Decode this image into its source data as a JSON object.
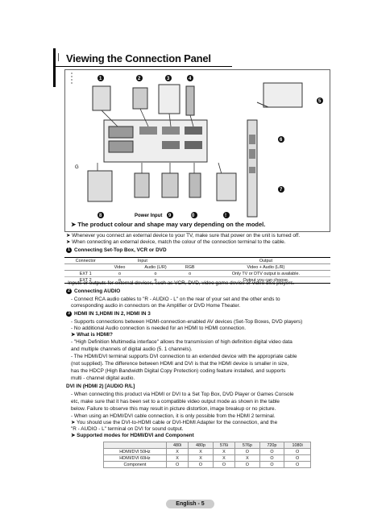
{
  "page": {
    "title": "Viewing the Connection Panel",
    "figure_caption": "➤  The product colour and shape may vary depending on the model.",
    "figure_labels": {
      "power_input": "Power Input",
      "g": "G",
      "markers": [
        "①",
        "②",
        "③",
        "④",
        "⑤",
        "⑥",
        "⑦",
        "⑧",
        "⑨",
        "⑩",
        "⑪"
      ]
    },
    "notes": [
      "➤  Whenever you connect an external device to your TV, make sure that power on the unit is turned off.",
      "➤  When connecting an external device, match the colour of the connection terminal to the cable."
    ],
    "section1": {
      "num": "1",
      "heading": "Connecting Set-Top Box, VCR or DVD",
      "table": {
        "col_connector": "Connector",
        "col_input": "Input",
        "col_output": "Output",
        "sub_video": "Video",
        "sub_audio": "Audio (L/R)",
        "sub_rgb": "RGB",
        "sub_output": "Video + Audio (L/R)",
        "rows": [
          {
            "name": "EXT 1",
            "video": "o",
            "audio": "o",
            "rgb": "o",
            "output": "Only TV or DTV output is available."
          },
          {
            "name": "EXT 2",
            "video": "o",
            "audio": "o",
            "rgb": "",
            "output": "Output you can choose."
          }
        ]
      },
      "footnote": "-Inputs or outputs for external devices, such as VCR, DVD, video game device or video disc players."
    },
    "section2": {
      "num": "2",
      "heading": "Connecting AUDIO",
      "lines": [
        "- Connect RCA audio cables to \"R - AUDIO - L\" on the rear of your set and the other ends to",
        "  corresponding audio in connectors on the Amplifier or DVD Home Theater."
      ]
    },
    "section3": {
      "num": "3",
      "heading": "HDMI IN 1,HDMI IN 2, HDMI IN 3",
      "lines": [
        "- Supports connections between HDMI-connection-enabled AV devices (Set-Top Boxes, DVD players)",
        "- No additional Audio connection is needed for an HDMI to HDMI connection.",
        "➤  What is HDMI?",
        "   - \"High Definition Multimedia interface\" allows the transmission of high definition digital video data",
        "     and multiple channels of digital audio (5. 1 channels).",
        "   - The HDMI/DVI terminal supports DVI connection to an extended device with the appropriate cable",
        "     (not supplied). The difference between HDMI and DVI is that the HDMI device is smaller in size,",
        "     has the HDCP (High Bandwidth Digital Copy Protection) coding feature installed, and supports",
        "     multi - channel digital audio.",
        "DVI IN (HDMI 2) [AUDIO R/L]",
        "- When connecting this product via HDMI or DVI to a Set Top Box, DVD Player or Games Console",
        "  etc, make sure that it has been set to a  compatible video output mode as shown in the table",
        "  below. Failure to observe this may result in picture distortion, image breakup or no picture.",
        "- When using an HDMI/DVI cable connection, it is only possible from the HDMI 2 terminal.",
        "➤  You should use the DVI-to-HDMI cable or DVI-HDMI Adapter for the connection, and the",
        "   \"R - AUDIO - L\" terminal on DVI for sound output.",
        "➤  Supported modes for HDMI/DVI and Component"
      ]
    },
    "modes_table": {
      "headers": [
        "",
        "480i",
        "480p",
        "576i",
        "576p",
        "720p",
        "1080i"
      ],
      "rows": [
        [
          "HDMI/DVI 50Hz",
          "X",
          "X",
          "X",
          "O",
          "O",
          "O"
        ],
        [
          "HDMI/DVI 60Hz",
          "X",
          "X",
          "X",
          "X",
          "O",
          "O"
        ],
        [
          "Component",
          "O",
          "O",
          "O",
          "O",
          "O",
          "O"
        ]
      ]
    },
    "footer": "English - 5"
  }
}
